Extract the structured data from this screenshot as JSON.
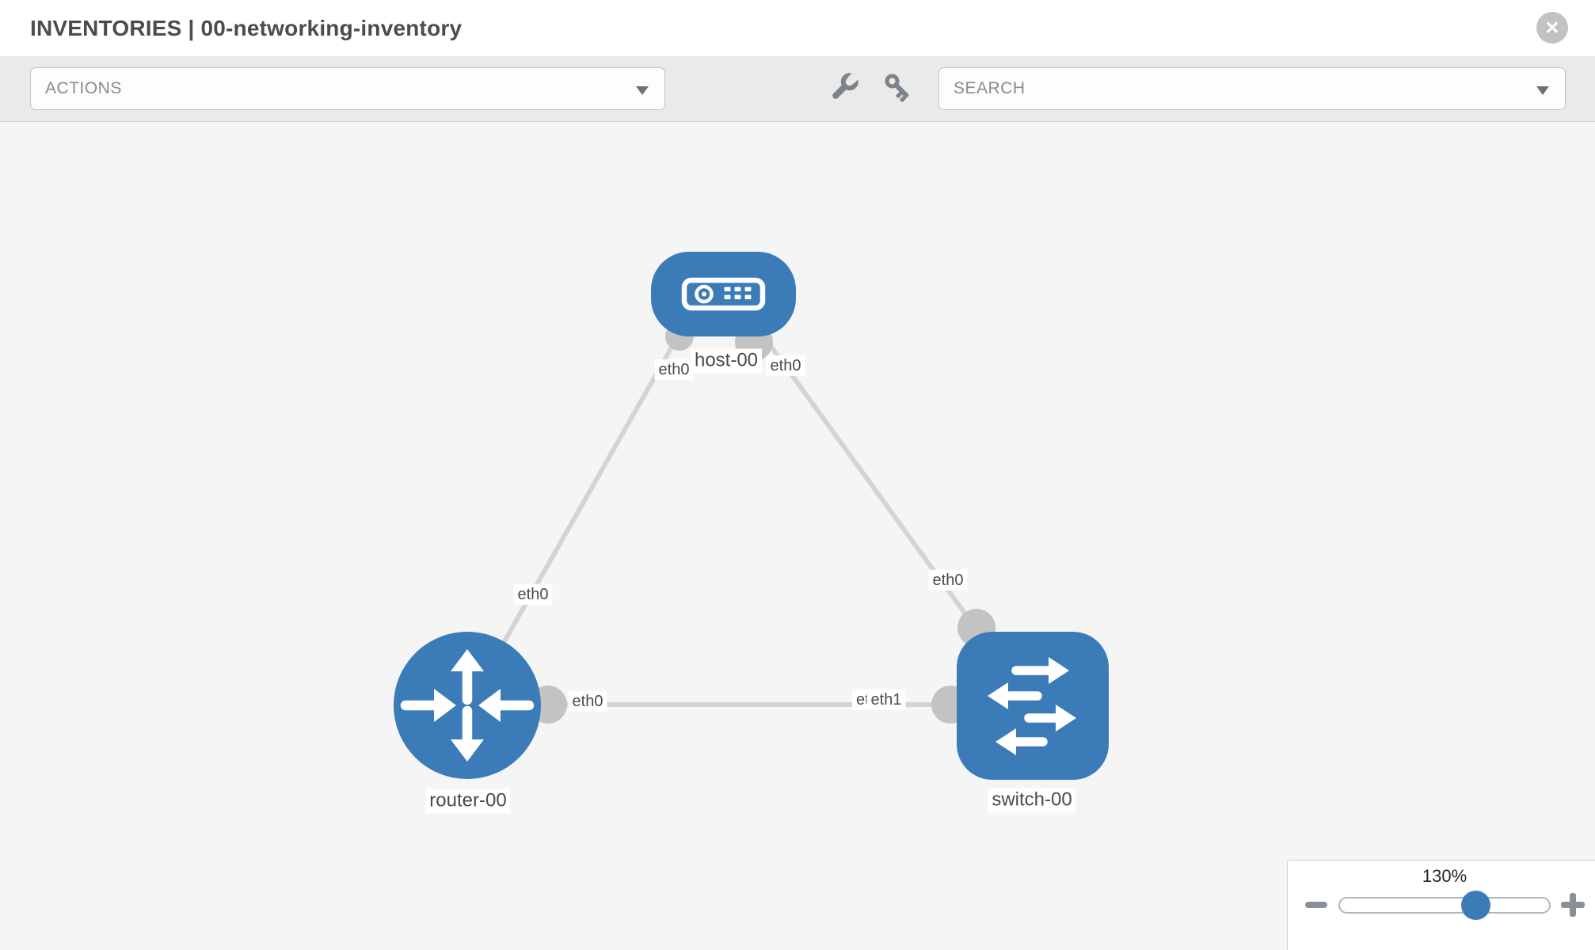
{
  "window": {
    "title": "INVENTORIES | 00-networking-inventory",
    "close_icon": "x-circle-icon",
    "close_glyph": "✕"
  },
  "toolbar": {
    "actions_label": "ACTIONS",
    "search_label": "SEARCH",
    "icons": [
      "wrench-icon",
      "key-icon"
    ]
  },
  "topology": {
    "nodes": [
      {
        "label": "host-00",
        "type": "host"
      },
      {
        "label": "router-00",
        "type": "router"
      },
      {
        "label": "switch-00",
        "type": "switch"
      }
    ],
    "links": [
      {
        "from": "host-00",
        "to": "router-00",
        "from_interface": "eth0",
        "to_interface": "eth0"
      },
      {
        "from": "host-00",
        "to": "switch-00",
        "from_interface": "eth0",
        "to_interface": "eth0"
      },
      {
        "from": "router-00",
        "to": "switch-00",
        "from_interface": "eth0",
        "to_interface": "eth1",
        "to_interface_overlapped": "eth0"
      }
    ]
  },
  "zoom_control": {
    "level": "130%",
    "minus_icon": "minus-icon",
    "plus_icon": "plus-icon"
  },
  "colors": {
    "node_blue": "#3b7cb8",
    "canvas_bg": "#f5f5f6",
    "toolbar_bg": "#eaeaea",
    "link_gray": "#d4d4d4",
    "port_gray": "#c3c3c3",
    "label_text": "#4a4a4a",
    "icon_gray": "#7d838a"
  }
}
